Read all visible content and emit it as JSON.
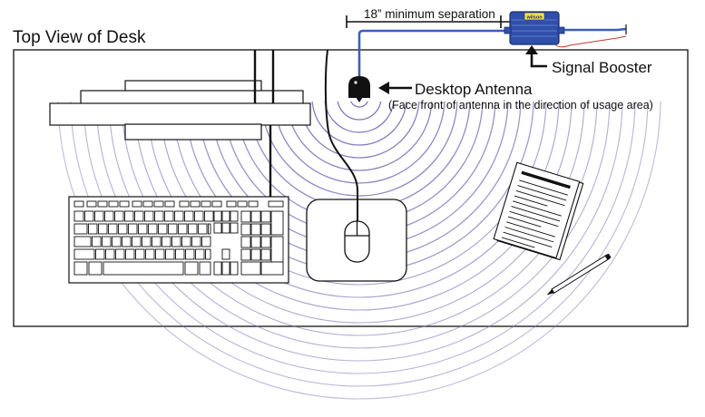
{
  "labels": {
    "desk_title": "Top View of Desk",
    "separation": "18” minimum separation",
    "booster": "Signal Booster",
    "antenna": "Desktop Antenna",
    "antenna_note": "(Face front of antenna in the direction of usage area)",
    "booster_brand": "wilson"
  },
  "colors": {
    "signal_waves": "#7b75b8",
    "booster_body": "#2f4fa8",
    "booster_cable": "#3a5fb8",
    "outline": "#111111",
    "power_cord": "#c0392b"
  },
  "icons": [
    "desktop-antenna-icon",
    "signal-booster-icon",
    "mouse-icon",
    "keyboard-icon",
    "papers-icon",
    "pencil-icon",
    "monitor-icon"
  ]
}
